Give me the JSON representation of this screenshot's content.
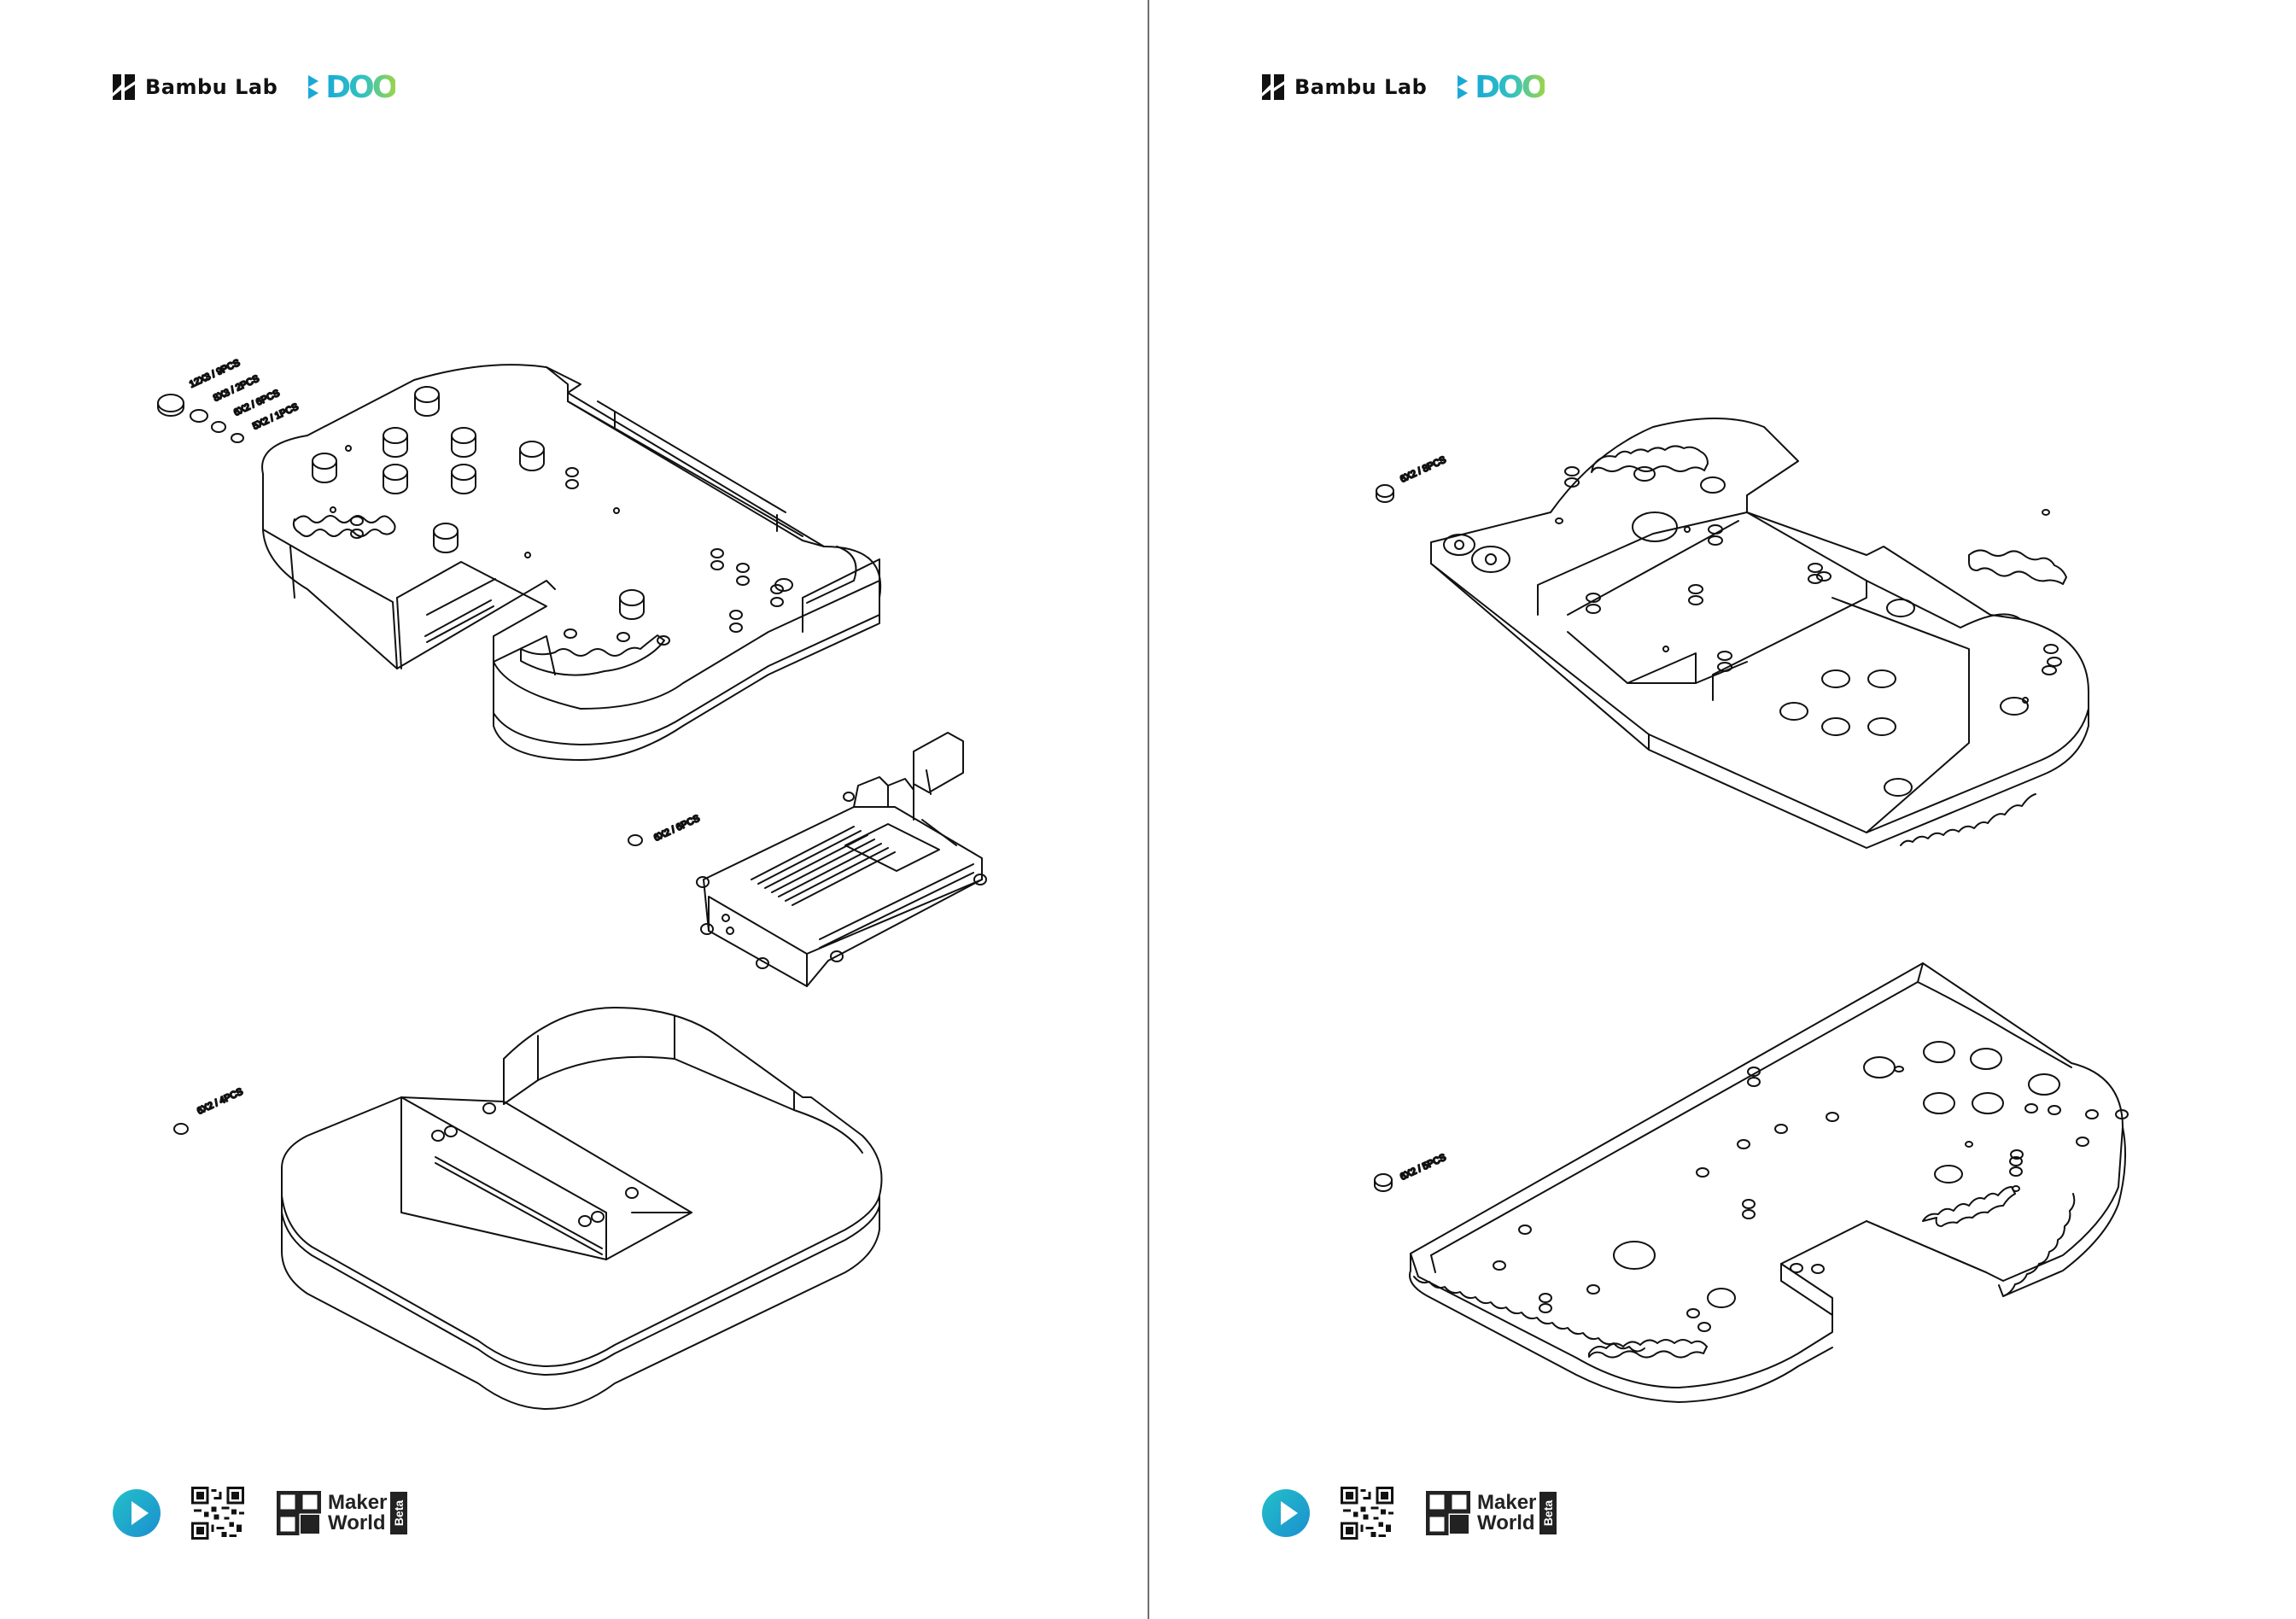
{
  "header": {
    "brand": "Bambu Lab",
    "partner": "DOO"
  },
  "footer": {
    "maker_line1": "Maker",
    "maker_line2": "World",
    "beta": "Beta"
  },
  "icons": [
    "bambu-logo-icon",
    "doo-logo-icon",
    "play-icon",
    "qr-code",
    "makerworld-logo-icon"
  ],
  "left_page": {
    "labels": [
      "12X3 / 9PCS",
      "8X3 / 2PCS",
      "6X2 / 6PCS",
      "5X2 / 1PCS",
      "6X2 / 6PCS",
      "6X2 / 4PCS"
    ]
  },
  "right_page": {
    "labels": [
      "6X2 / 8PCS",
      "6X2 / 5PCS"
    ]
  },
  "colors": {
    "line": "#111111",
    "doo_blue": "#1aa9d6",
    "doo_green": "#9bd54a",
    "play_teal": "#27b5c9"
  }
}
